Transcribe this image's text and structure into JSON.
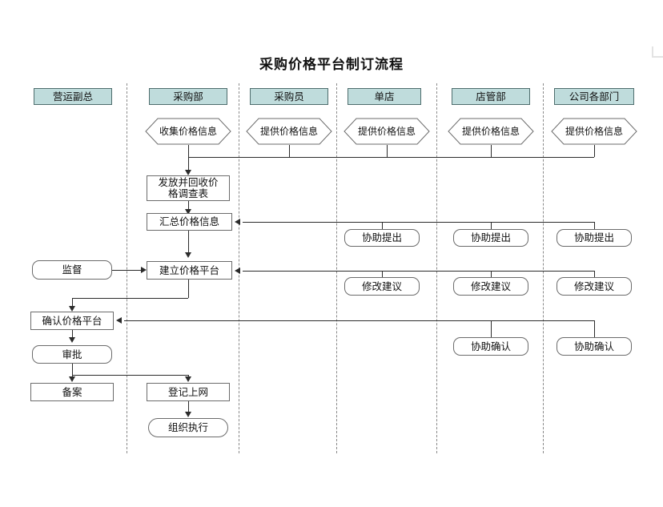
{
  "title": "采购价格平台制订流程",
  "lanes": [
    {
      "id": "ops-vp",
      "header": "营运副总"
    },
    {
      "id": "purchasing",
      "header": "采购部"
    },
    {
      "id": "buyer",
      "header": "采购员"
    },
    {
      "id": "single-store",
      "header": "单店"
    },
    {
      "id": "store-mgmt",
      "header": "店管部"
    },
    {
      "id": "departments",
      "header": "公司各部门"
    }
  ],
  "nodes": {
    "collect_price_info": "收集价格信息",
    "provide_price_info_buyer": "提供价格信息",
    "provide_price_info_store": "提供价格信息",
    "provide_price_info_mgmt": "提供价格信息",
    "provide_price_info_dept": "提供价格信息",
    "issue_recover_survey": "发放并回收价格调查表",
    "aggregate_price_info": "汇总价格信息",
    "supervise": "监督",
    "build_platform": "建立价格平台",
    "assist_submit_store": "协助提出",
    "assist_submit_mgmt": "协助提出",
    "assist_submit_dept": "协助提出",
    "revision_advice_store": "修改建议",
    "revision_advice_mgmt": "修改建议",
    "revision_advice_dept": "修改建议",
    "confirm_platform": "确认价格平台",
    "assist_confirm_mgmt": "协助确认",
    "assist_confirm_dept": "协助确认",
    "approve": "审批",
    "file_record": "备案",
    "register_online": "登记上网",
    "organize_execution": "组织执行"
  },
  "colors": {
    "header_fill": "#bfdcdc",
    "header_border": "#4e6d6d",
    "box_border": "#6b6b6b",
    "connector": "#2b2b2b",
    "lane_divider": "#8a8a8a",
    "text": "#111111",
    "background": "#ffffff"
  }
}
